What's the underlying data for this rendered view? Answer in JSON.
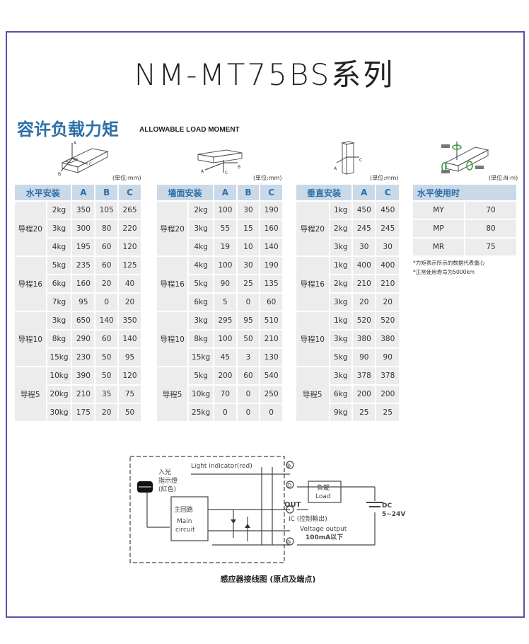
{
  "title": "NM-MT75BS系列",
  "section": {
    "title": "容许负载力矩",
    "subtitle": "ALLOWABLE LOAD MOMENT"
  },
  "unit_mm": "(単位:mm)",
  "unit_nm": "(単位:N·m)",
  "horizontal": {
    "headers": [
      "水平安装",
      "A",
      "B",
      "C"
    ],
    "groups": [
      {
        "name": "导程20",
        "rows": [
          [
            "2kg",
            "350",
            "105",
            "265"
          ],
          [
            "3kg",
            "300",
            "80",
            "220"
          ],
          [
            "4kg",
            "195",
            "60",
            "120"
          ]
        ]
      },
      {
        "name": "导程16",
        "rows": [
          [
            "5kg",
            "235",
            "60",
            "125"
          ],
          [
            "6kg",
            "160",
            "20",
            "40"
          ],
          [
            "7kg",
            "95",
            "0",
            "20"
          ]
        ]
      },
      {
        "name": "导程10",
        "rows": [
          [
            "3kg",
            "650",
            "140",
            "350"
          ],
          [
            "8kg",
            "290",
            "60",
            "140"
          ],
          [
            "15kg",
            "230",
            "50",
            "95"
          ]
        ]
      },
      {
        "name": "导程5",
        "rows": [
          [
            "10kg",
            "390",
            "50",
            "120"
          ],
          [
            "20kg",
            "210",
            "35",
            "75"
          ],
          [
            "30kg",
            "175",
            "20",
            "50"
          ]
        ]
      }
    ]
  },
  "wall": {
    "headers": [
      "墙面安装",
      "A",
      "B",
      "C"
    ],
    "groups": [
      {
        "name": "导程20",
        "rows": [
          [
            "2kg",
            "100",
            "30",
            "190"
          ],
          [
            "3kg",
            "55",
            "15",
            "160"
          ],
          [
            "4kg",
            "19",
            "10",
            "140"
          ]
        ]
      },
      {
        "name": "导程16",
        "rows": [
          [
            "4kg",
            "100",
            "30",
            "190"
          ],
          [
            "5kg",
            "90",
            "25",
            "135"
          ],
          [
            "6kg",
            "5",
            "0",
            "60"
          ]
        ]
      },
      {
        "name": "导程10",
        "rows": [
          [
            "3kg",
            "295",
            "95",
            "510"
          ],
          [
            "8kg",
            "100",
            "50",
            "210"
          ],
          [
            "15kg",
            "45",
            "3",
            "130"
          ]
        ]
      },
      {
        "name": "导程5",
        "rows": [
          [
            "5kg",
            "200",
            "60",
            "540"
          ],
          [
            "10kg",
            "70",
            "0",
            "250"
          ],
          [
            "25kg",
            "0",
            "0",
            "0"
          ]
        ]
      }
    ]
  },
  "vertical": {
    "headers": [
      "垂直安装",
      "A",
      "C"
    ],
    "groups": [
      {
        "name": "导程20",
        "rows": [
          [
            "1kg",
            "450",
            "450"
          ],
          [
            "2kg",
            "245",
            "245"
          ],
          [
            "3kg",
            "30",
            "30"
          ]
        ]
      },
      {
        "name": "导程16",
        "rows": [
          [
            "1kg",
            "400",
            "400"
          ],
          [
            "2kg",
            "210",
            "210"
          ],
          [
            "3kg",
            "20",
            "20"
          ]
        ]
      },
      {
        "name": "导程10",
        "rows": [
          [
            "1kg",
            "520",
            "520"
          ],
          [
            "3kg",
            "380",
            "380"
          ],
          [
            "5kg",
            "90",
            "90"
          ]
        ]
      },
      {
        "name": "导程5",
        "rows": [
          [
            "3kg",
            "378",
            "378"
          ],
          [
            "6kg",
            "200",
            "200"
          ],
          [
            "9kg",
            "25",
            "25"
          ]
        ]
      }
    ]
  },
  "usage": {
    "header": "水平使用时",
    "rows": [
      [
        "MY",
        "70"
      ],
      [
        "MP",
        "80"
      ],
      [
        "MR",
        "75"
      ]
    ],
    "notes": [
      "*力矩表示所示的数据代表重心",
      "*正常使用寿命为5000km"
    ]
  },
  "diagram": {
    "light_indicator": "Light indicator(red)",
    "led_label_1": "入光",
    "led_label_2": "指示燈",
    "led_label_3": "(紅色)",
    "main_1": "主回路",
    "main_2": "Main",
    "main_3": "circuit",
    "load_1": "負載",
    "load_2": "Load",
    "out": "OUT",
    "ic": "IC (控制輸出)",
    "voltage": "Voltage output",
    "current": "100mA以下",
    "dc": "DC",
    "dc_range": "5~24V",
    "plus": "⊕",
    "d": "D",
    "minus": "⊖",
    "caption": "感应器接线图 (原点及端点)"
  }
}
